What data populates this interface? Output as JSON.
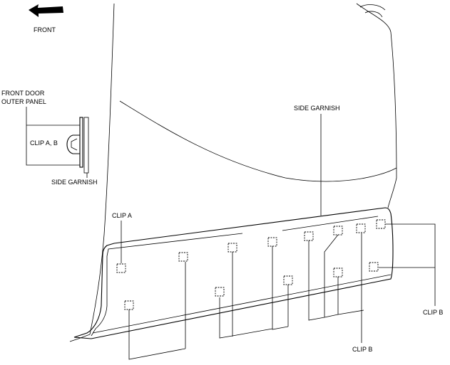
{
  "labels": {
    "front": "FRONT",
    "front_door_outer_panel_line1": "FRONT DOOR",
    "front_door_outer_panel_line2": "OUTER PANEL",
    "clip_ab": "CLIP A, B",
    "side_garnish_detail": "SIDE GARNISH",
    "side_garnish_main": "SIDE GARNISH",
    "clip_a": "CLIP A",
    "clip_b_bottom": "CLIP B",
    "clip_b_right": "CLIP B"
  },
  "colors": {
    "line": "#000000",
    "background": "#ffffff"
  },
  "icons": {
    "front_arrow": "arrow-left-icon"
  }
}
